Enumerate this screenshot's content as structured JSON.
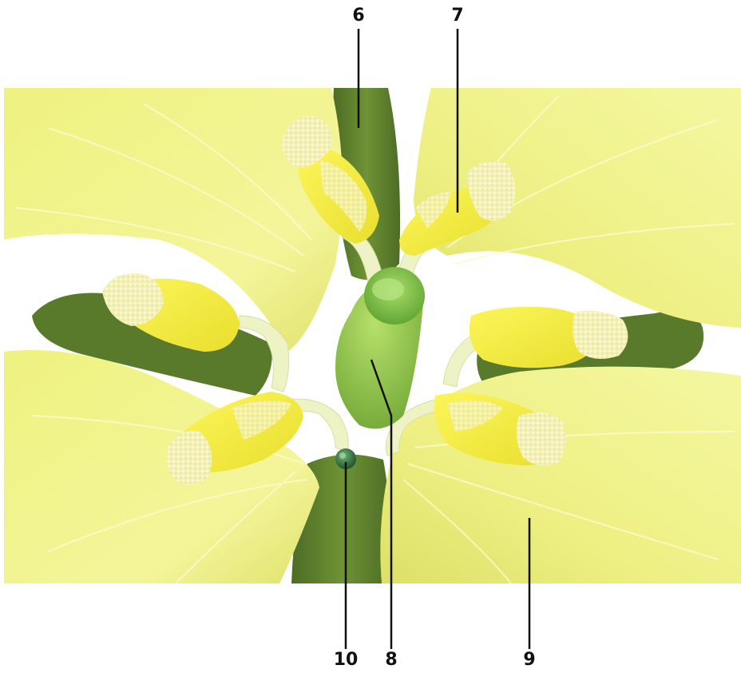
{
  "callouts": [
    {
      "id": "6",
      "label": "6"
    },
    {
      "id": "7",
      "label": "7"
    },
    {
      "id": "8",
      "label": "8"
    },
    {
      "id": "9",
      "label": "9"
    },
    {
      "id": "10",
      "label": "10"
    }
  ],
  "colors": {
    "petal": "#f1f38e",
    "petal_shadow": "#d9dc69",
    "petal_vein": "#fbfcc0",
    "sepal": "#5f7f2f",
    "sepal_light": "#7aa03a",
    "anther": "#f5f04a",
    "pollen": "#f6f4c8",
    "filament": "#eef3c6",
    "pistil": "#9ccc4c",
    "stigma": "#74b33a",
    "ovule": "#2f6f3a",
    "leader_line": "#111111"
  }
}
